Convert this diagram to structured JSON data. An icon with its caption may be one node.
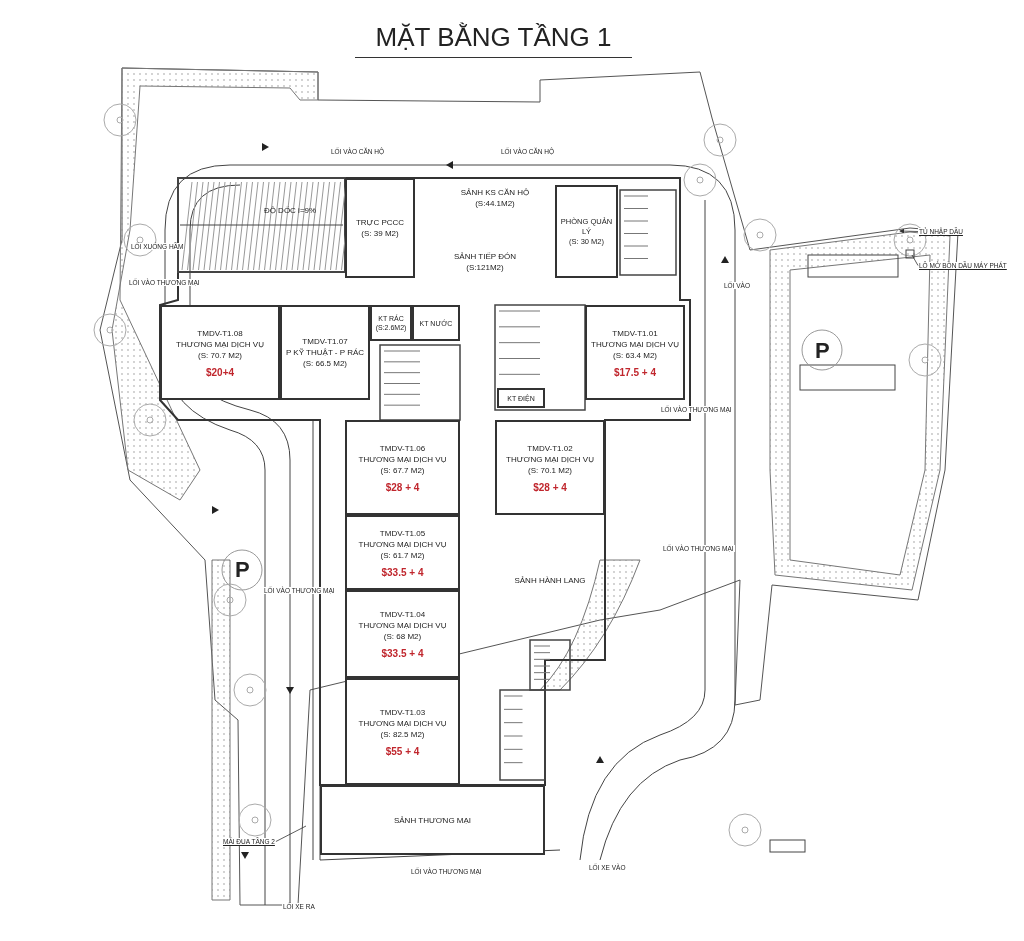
{
  "diagram": {
    "title": "MẶT BẰNG TẦNG 1",
    "nodes": [
      {
        "text": [
          "TRỰC PCCC",
          "(S: 39 M2)"
        ]
      },
      {
        "text": [
          "SẢNH KS CĂN HỘ",
          "(S:44.1M2)"
        ]
      },
      {
        "text": [
          "SẢNH TIẾP ĐÓN",
          "(S:121M2)"
        ]
      },
      {
        "text": [
          "PHÒNG QUẢN LÝ",
          "(S: 30 M2)"
        ]
      },
      {
        "text": [
          "TỦ NHẬP DẦU"
        ]
      },
      {
        "text": [
          "LỖ MỞ BỒN DẦU MÁY PHÁT"
        ]
      },
      {
        "text": [
          "ĐỘ DỐC i=9%"
        ]
      },
      {
        "text": [
          "TMDV-T1.08",
          "THƯƠNG MẠI DỊCH VỤ",
          "(S: 70.7 M2)",
          "$20+4"
        ]
      },
      {
        "text": [
          "TMDV-T1.07",
          "P KỸ THUẬT - P RÁC",
          "(S: 66.5 M2)"
        ]
      },
      {
        "text": [
          "KT RÁC",
          "(S:2.6M2)"
        ]
      },
      {
        "text": [
          "KT NƯỚC"
        ]
      },
      {
        "text": [
          "TMDV-T1.01",
          "THƯƠNG MẠI DỊCH VỤ",
          "(S: 63.4 M2)",
          "$17.5 + 4"
        ]
      },
      {
        "text": [
          "KT ĐIỆN"
        ]
      },
      {
        "text": [
          "TMDV-T1.06",
          "THƯƠNG MẠI DỊCH VỤ",
          "(S: 67.7 M2)",
          "$28 + 4"
        ]
      },
      {
        "text": [
          "TMDV-T1.02",
          "THƯƠNG MẠI DỊCH VỤ",
          "(S: 70.1 M2)",
          "$28 + 4"
        ]
      },
      {
        "text": [
          "TMDV-T1.05",
          "THƯƠNG MẠI DỊCH VỤ",
          "(S: 61.7 M2)",
          "$33.5 + 4"
        ]
      },
      {
        "text": [
          "SẢNH HÀNH LANG"
        ]
      },
      {
        "text": [
          "TMDV-T1.04",
          "THƯƠNG MẠI DỊCH VỤ",
          "(S: 68 M2)",
          "$33.5 + 4"
        ]
      },
      {
        "text": [
          "TMDV-T1.03",
          "THƯƠNG MẠI DỊCH VỤ",
          "(S: 82.5 M2)",
          "$55 + 4"
        ]
      },
      {
        "text": [
          "SẢNH THƯƠNG MẠI"
        ]
      },
      {
        "text": [
          "MÁI ĐUA TẦNG 2"
        ]
      }
    ],
    "edges": [
      {
        "from": 4,
        "to": null,
        "arrow": "to"
      },
      {
        "from": 5,
        "to": null,
        "arrow": "none"
      },
      {
        "from": 20,
        "to": null,
        "arrow": "none"
      }
    ],
    "labels": [
      "LỐI VÀO CĂN HỘ",
      "LỐI VÀO CĂN HỘ",
      "LỐI XUỐNG HẦM",
      "LỐI VÀO THƯƠNG MẠI",
      "LỐI VÀO",
      "P",
      "LỐI VÀO THƯƠNG MẠI",
      "LỐI VÀO THƯƠNG MẠI",
      "P",
      "LỐI VÀO THƯƠNG MẠI",
      "LỐI VÀO THƯƠNG MẠI",
      "LỐI XE VÀO",
      "LỐI XE RA"
    ]
  }
}
